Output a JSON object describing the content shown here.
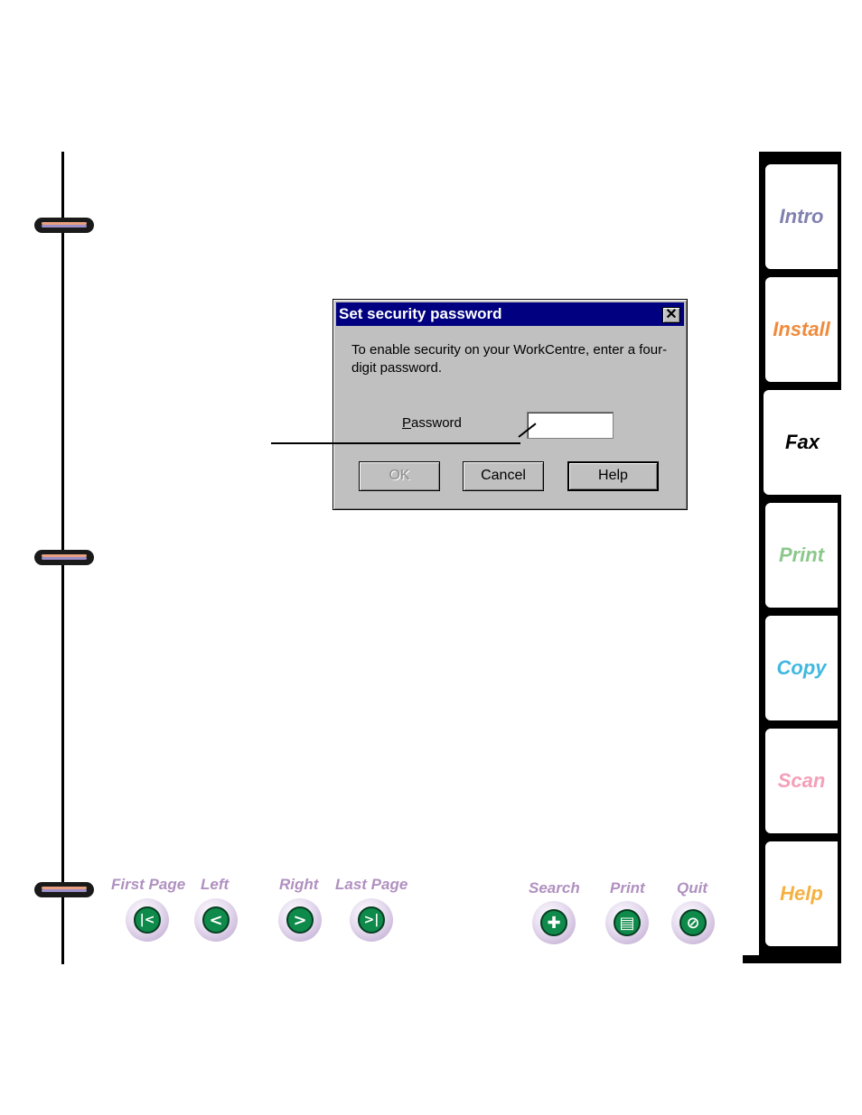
{
  "dialog": {
    "title": "Set security password",
    "close_glyph": "✕",
    "message": "To enable security on your WorkCentre, enter a four-digit password.",
    "password_label_accel": "P",
    "password_label_rest": "assword",
    "password_value": "",
    "ok_label": "OK",
    "cancel_label": "Cancel",
    "help_label": "Help"
  },
  "tabs": [
    {
      "label": "Intro",
      "color": "#8080b0"
    },
    {
      "label": "Install",
      "color": "#f08a3c"
    },
    {
      "label": "Fax",
      "color": "#000000"
    },
    {
      "label": "Print",
      "color": "#8cc88c"
    },
    {
      "label": "Copy",
      "color": "#40b8e0"
    },
    {
      "label": "Scan",
      "color": "#f4a0b8"
    },
    {
      "label": "Help",
      "color": "#f6b040"
    }
  ],
  "nav": {
    "first_page": {
      "label": "First Page",
      "icon": "first-page-icon",
      "glyph": "|<"
    },
    "left": {
      "label": "Left",
      "icon": "left-arrow-icon",
      "glyph": "<"
    },
    "right": {
      "label": "Right",
      "icon": "right-arrow-icon",
      "glyph": ">"
    },
    "last_page": {
      "label": "Last Page",
      "icon": "last-page-icon",
      "glyph": ">|"
    },
    "search": {
      "label": "Search",
      "icon": "search-icon",
      "glyph": "✚"
    },
    "print": {
      "label": "Print",
      "icon": "print-icon",
      "glyph": "▤"
    },
    "quit": {
      "label": "Quit",
      "icon": "quit-icon",
      "glyph": "⊘"
    }
  }
}
